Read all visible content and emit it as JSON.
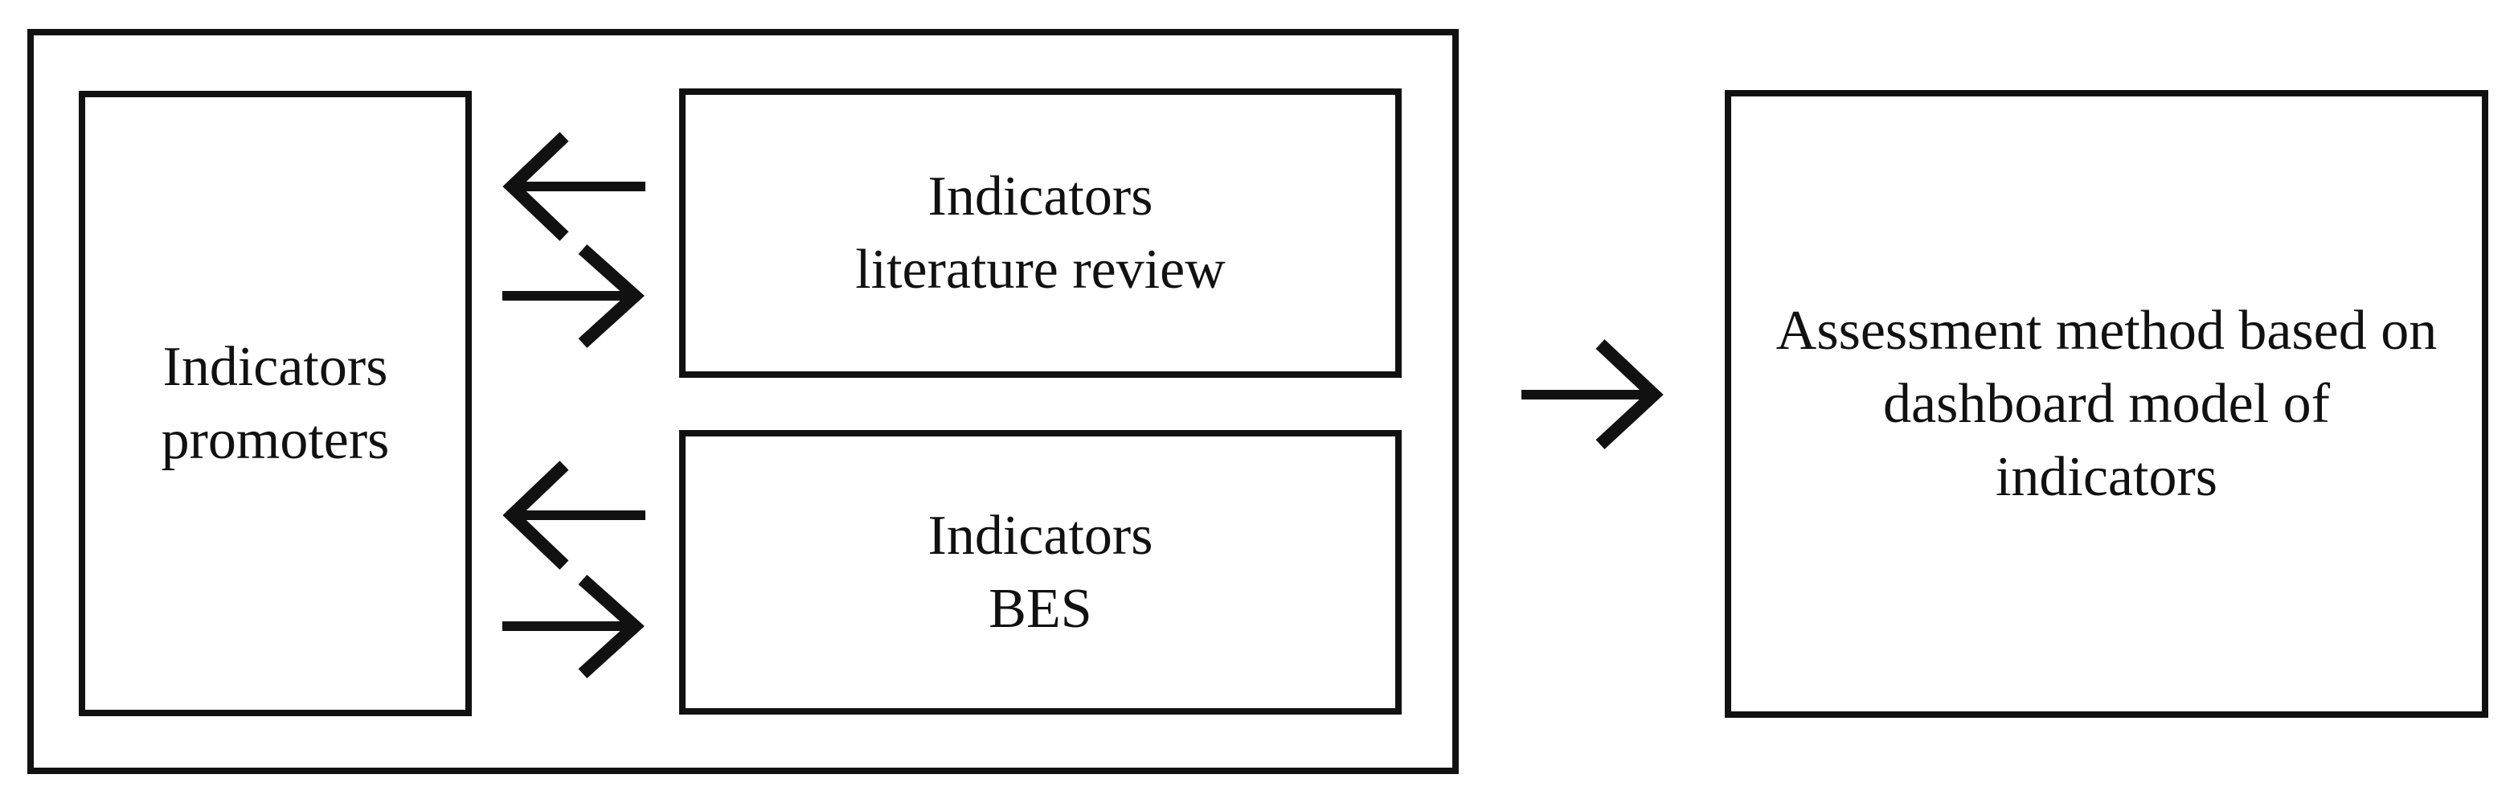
{
  "colors": {
    "ink": "#111111",
    "bg": "#ffffff"
  },
  "diagram": {
    "boxes": {
      "promoters": {
        "label": "Indicators\npromoters"
      },
      "literature": {
        "label": "Indicators\nliterature review"
      },
      "bes": {
        "label": "Indicators\nBES"
      },
      "assessment": {
        "label": "Assessment method based on\ndashboard model of\nindicators"
      }
    },
    "arrows": {
      "literature_to_promoters": "left-arrow",
      "promoters_to_literature": "right-arrow",
      "bes_to_promoters": "left-arrow",
      "promoters_to_bes": "right-arrow",
      "group_to_assessment": "right-arrow"
    }
  }
}
